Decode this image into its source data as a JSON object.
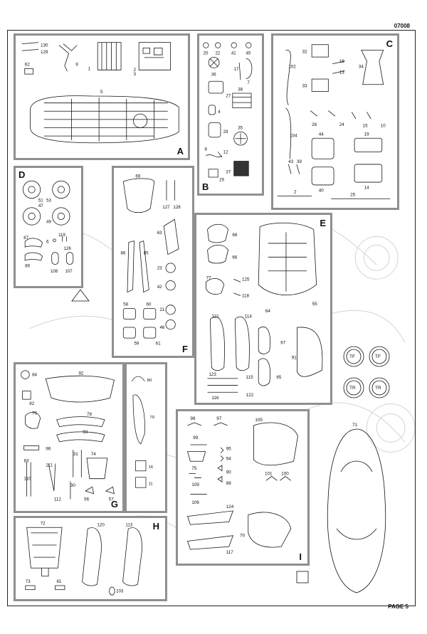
{
  "doc_code": "07008",
  "page_label": "PAGE 5",
  "sections": {
    "A": {
      "letter": "A",
      "parts": [
        "130",
        "129",
        "9",
        "62",
        "1",
        "2",
        "3",
        "5"
      ]
    },
    "B": {
      "letter": "B",
      "parts": [
        "20",
        "22",
        "41",
        "45",
        "36",
        "17",
        "7",
        "27",
        "38",
        "4",
        "28",
        "35",
        "8",
        "12",
        "37",
        "29"
      ]
    },
    "C": {
      "letter": "C",
      "parts": [
        "32",
        "18",
        "13",
        "34",
        "102",
        "33",
        "26",
        "24",
        "15",
        "10",
        "104",
        "44",
        "19",
        "43",
        "39",
        "40",
        "14",
        "2",
        "25"
      ]
    },
    "D": {
      "letter": "D",
      "parts": [
        "51",
        "53",
        "47",
        "49",
        "87",
        "6",
        "119",
        "126",
        "89",
        "108",
        "107"
      ]
    },
    "F": {
      "letter": "F",
      "parts": [
        "69",
        "127",
        "128",
        "63",
        "86",
        "85",
        "23",
        "42",
        "58",
        "60",
        "21",
        "46",
        "59",
        "61"
      ]
    },
    "E": {
      "letter": "E",
      "parts": [
        "68",
        "66",
        "77",
        "125",
        "118",
        "64",
        "55",
        "121",
        "114",
        "67",
        "91",
        "123",
        "115",
        "116",
        "122",
        "65"
      ]
    },
    "G": {
      "letter": "G",
      "parts": [
        "84",
        "92",
        "82",
        "76",
        "78",
        "93",
        "96",
        "31",
        "74",
        "83",
        "111",
        "110",
        "30",
        "112",
        "56",
        "57"
      ]
    },
    "GS": {
      "parts": [
        "80",
        "79",
        "16",
        "11"
      ]
    },
    "I": {
      "letter": "I",
      "parts": [
        "98",
        "97",
        "105",
        "99",
        "95",
        "94",
        "75",
        "90",
        "109",
        "88",
        "101",
        "100",
        "106",
        "124",
        "70",
        "117"
      ]
    },
    "H": {
      "letter": "H",
      "parts": [
        "72",
        "120",
        "113",
        "73",
        "81",
        "103"
      ]
    },
    "decals": [
      "TF",
      "TF",
      "TR",
      "TR"
    ],
    "body_part": "71"
  }
}
